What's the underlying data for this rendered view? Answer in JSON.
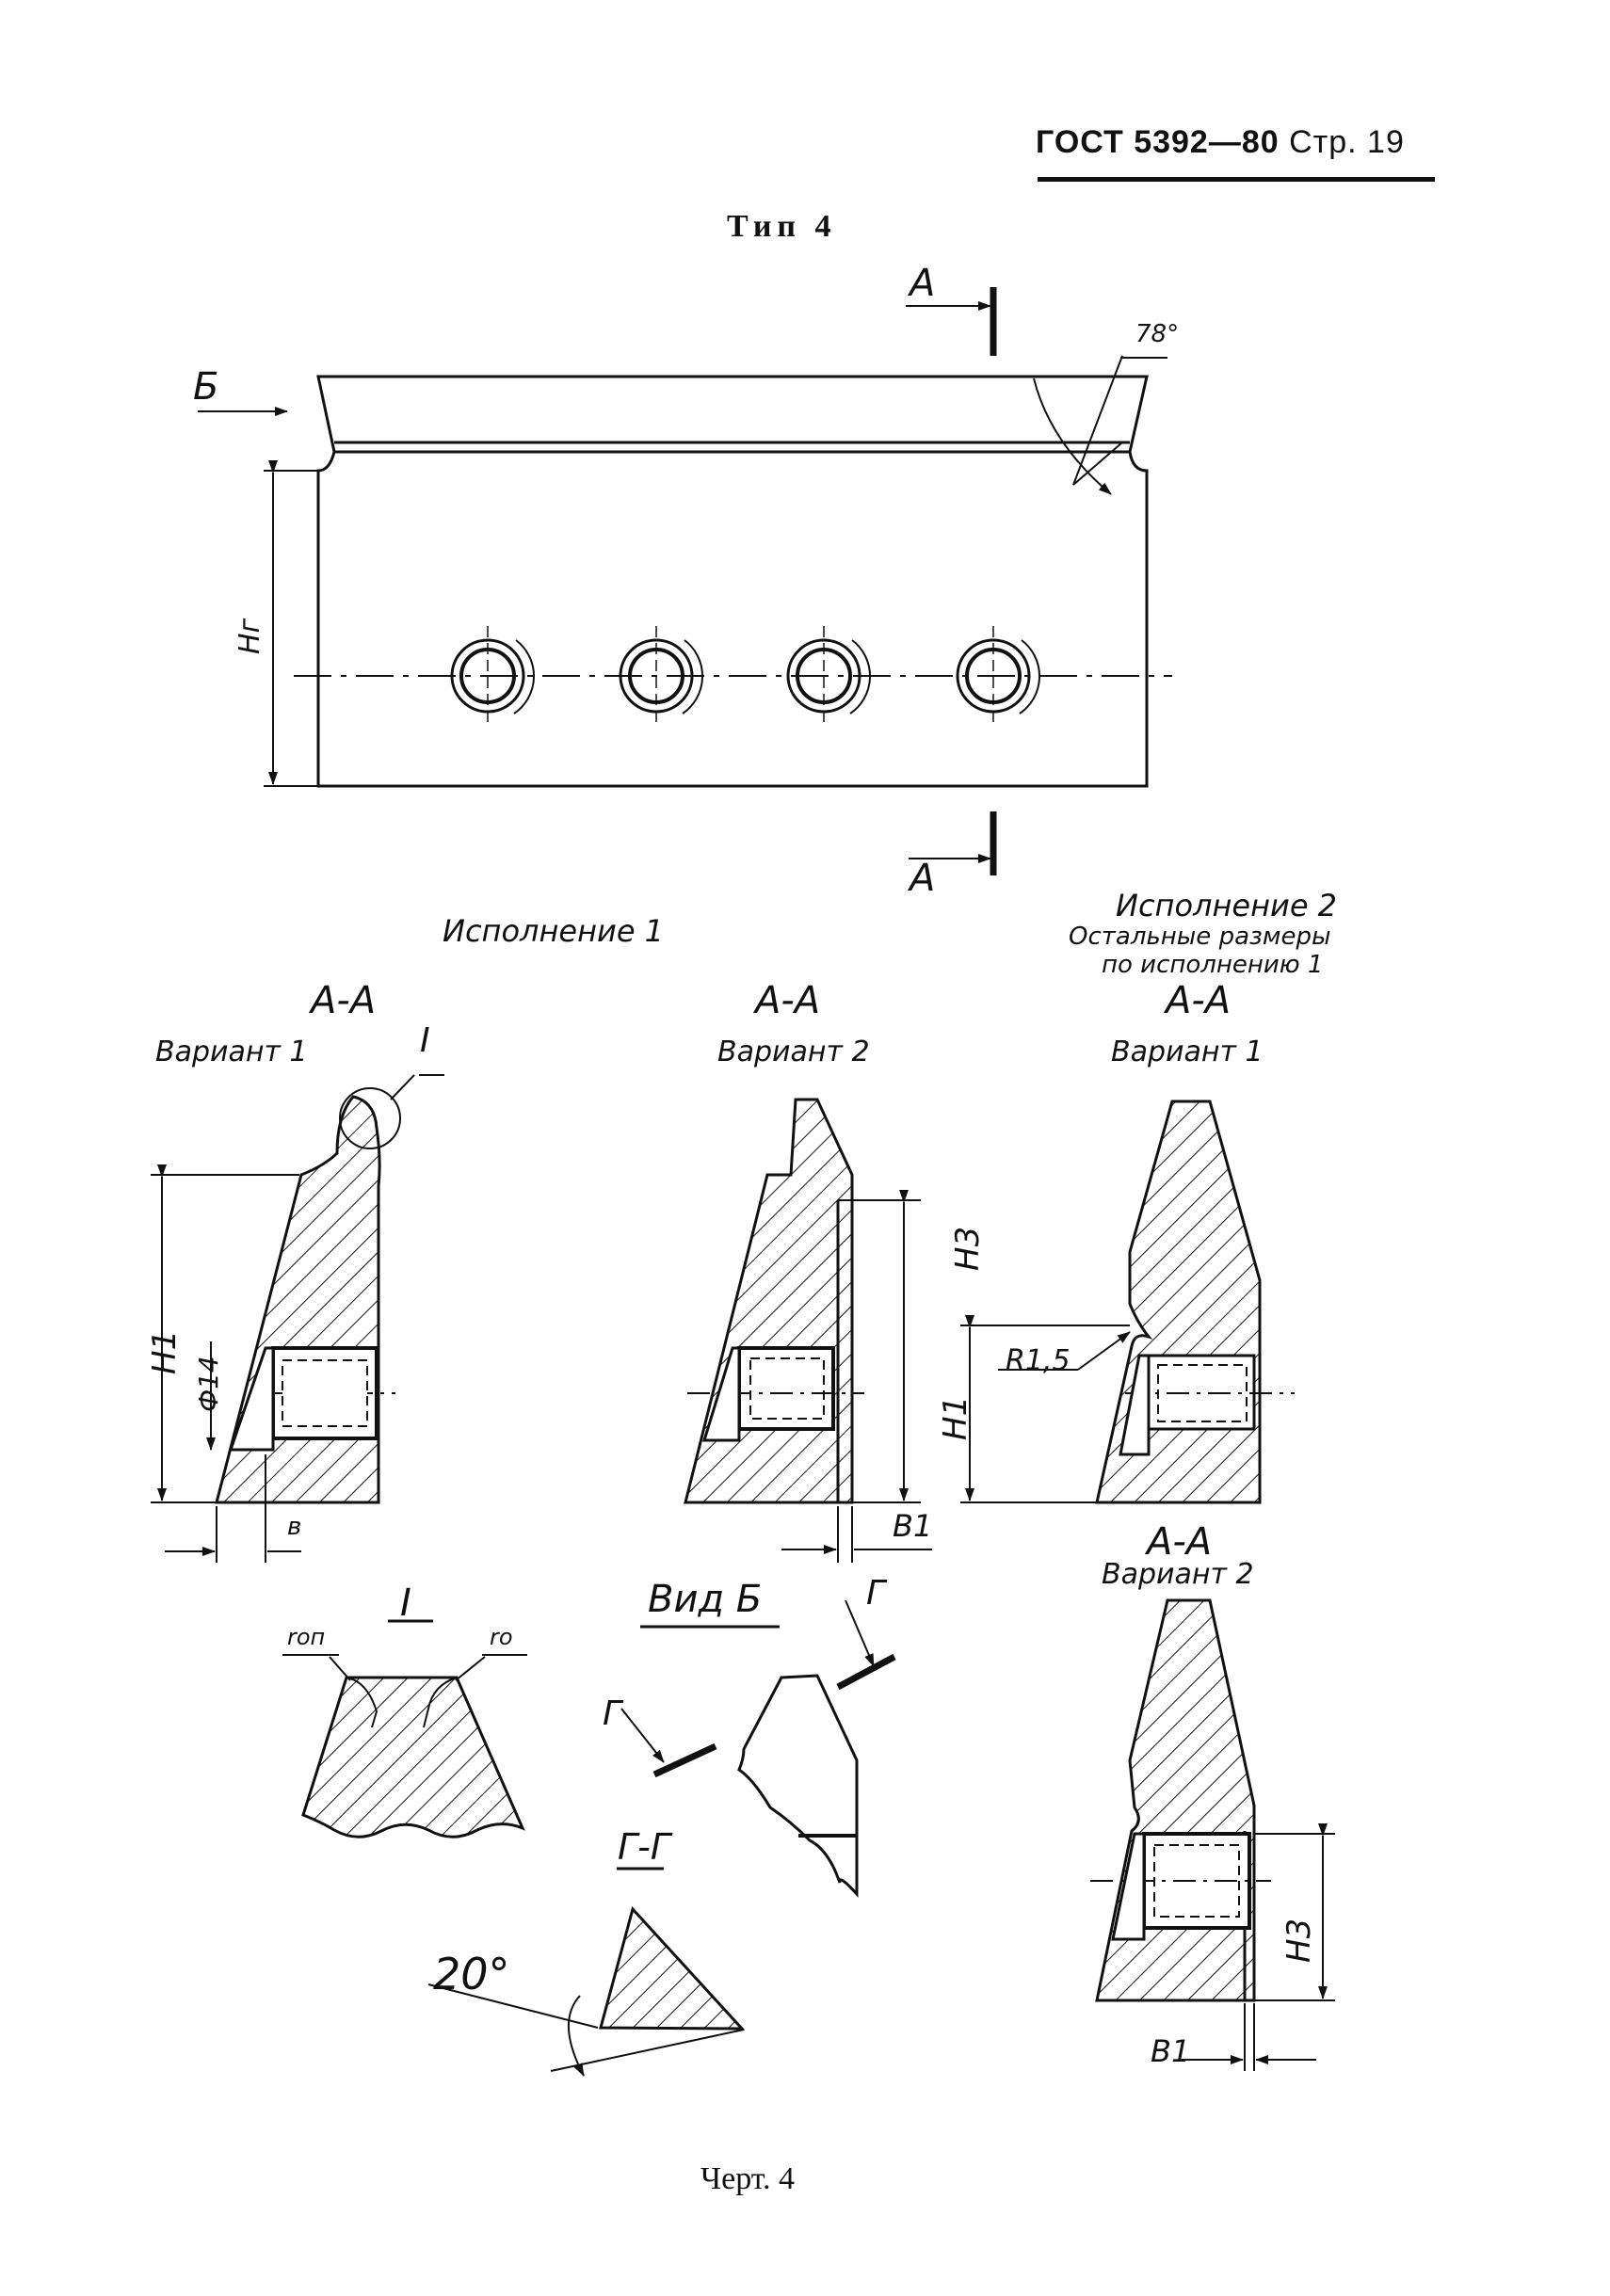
{
  "header": {
    "standard": "ГОСТ 5392—80",
    "page": "Стр. 19"
  },
  "title": "Тип 4",
  "top_view": {
    "section_mark": "А",
    "view_mark": "Б",
    "angle": "78°",
    "height_label": "Hг"
  },
  "execution_1": {
    "heading": "Исполнение 1"
  },
  "execution_2": {
    "heading": "Исполнение  2",
    "note_line1": "Остальные размеры",
    "note_line2": "по исполнению 1"
  },
  "sections": {
    "aa_label": "А-А",
    "variant1": "Вариант 1",
    "variant2": "Вариант 2",
    "variant1_exec2": "Вариант 1",
    "variant2_exec2": "Вариант  2"
  },
  "dimensions": {
    "h1": "H1",
    "h3": "H3",
    "phi": "Ф14",
    "b": "в",
    "b1": "В1",
    "r15": "R1,5",
    "detail_mark": "I",
    "r_on": "rоп",
    "r_o": "rо"
  },
  "view_b": {
    "heading": "Вид Б",
    "cut_mark": "Г",
    "section_label": "Г-Г",
    "angle": "20°"
  },
  "caption": "Черт. 4"
}
